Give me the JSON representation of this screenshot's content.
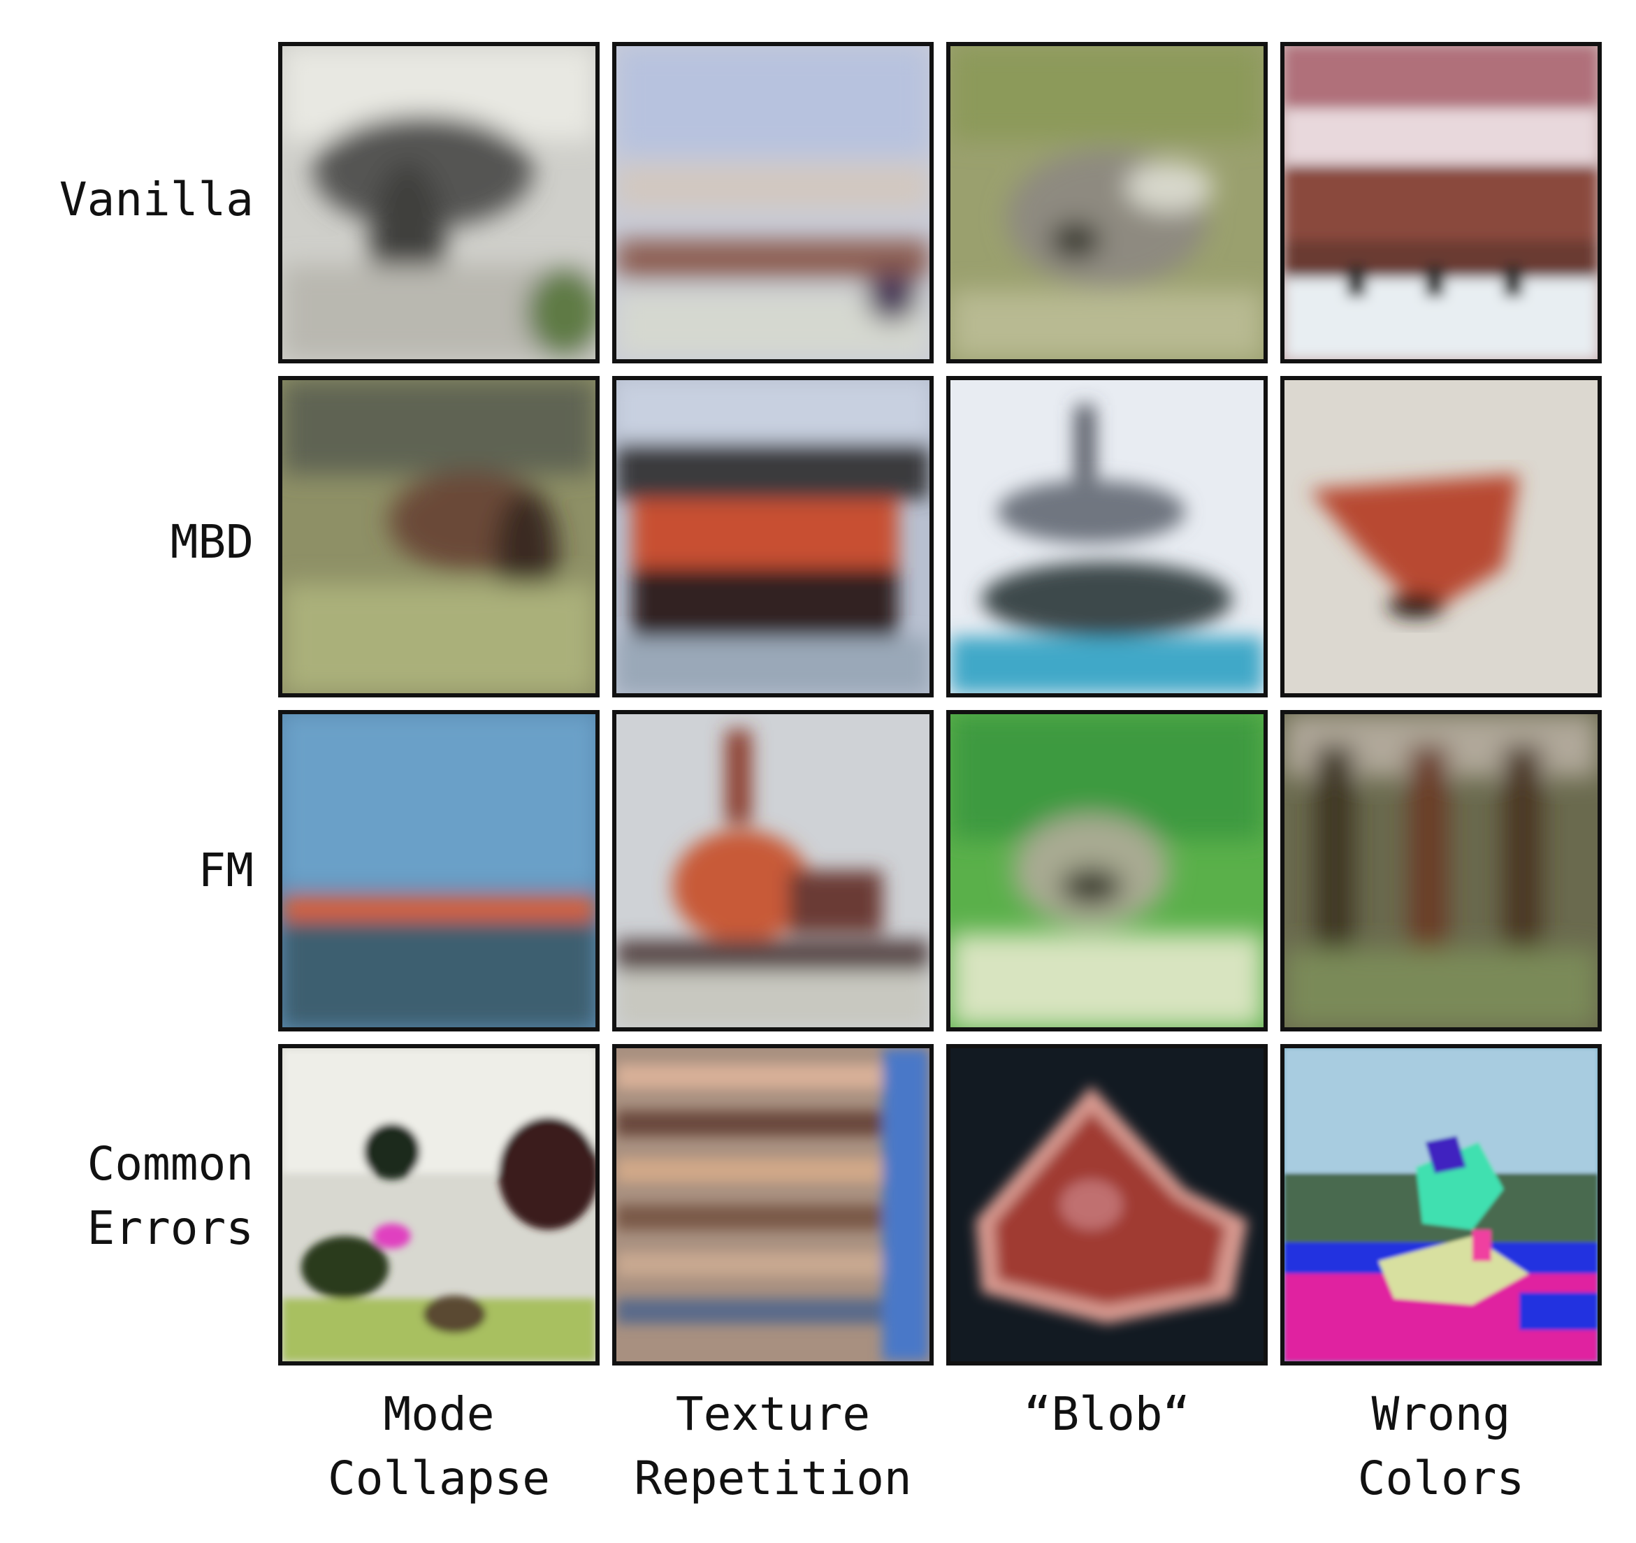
{
  "row_labels": [
    "Vanilla",
    "MBD",
    "FM",
    "Common\nErrors"
  ],
  "column_labels": [
    "Mode\nCollapse",
    "Texture\nRepetition",
    "“Blob“",
    "Wrong\nColors"
  ],
  "colors": {
    "border": "#111111",
    "background": "#ffffff"
  }
}
